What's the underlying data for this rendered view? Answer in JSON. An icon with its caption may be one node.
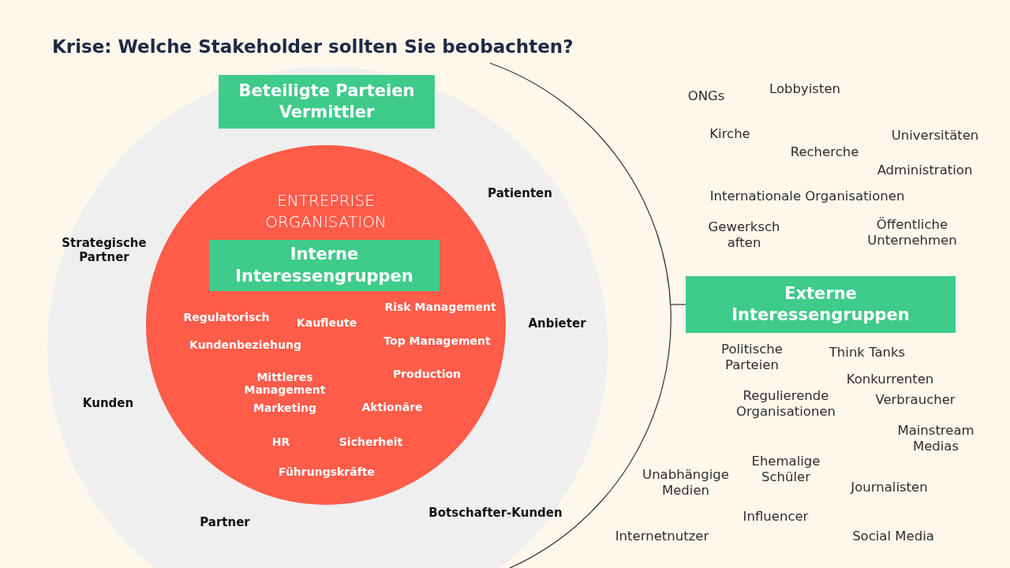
{
  "diagram": {
    "title": "Krise: Welche Stakeholder sollten Sie beobachten?",
    "nodes": [
      {
        "text": [
          "Patienten",
          "Strategische Partner",
          "Anbieter",
          "Kunden",
          "Botschafter-Kunden",
          "Partner"
        ],
        "in": 4
      },
      {
        "text": [
          "Beteiligte Parteien Vermittler"
        ],
        "in": 0
      },
      {
        "text": [
          "ENTREPRISE ORGANISATION",
          "Regulatorisch",
          "Kaufleute",
          "Risk Management",
          "Kundenbeziehung",
          "Top Management",
          "Mittleres Management",
          "Marketing",
          "Production",
          "Aktionäre",
          "HR",
          "Sicherheit",
          "Führungskräfte"
        ],
        "in": 0
      },
      {
        "text": [
          "Interne Interessengruppen"
        ],
        "in": 2
      },
      {
        "text": [],
        "shape": "circle"
      },
      {
        "text": [
          "Externe Interessengruppen"
        ]
      }
    ],
    "edges": [
      {
        "from": 4,
        "to": 5,
        "arrow": "none"
      }
    ],
    "labels": [
      "ONGs",
      "Lobbyisten",
      "Kirche",
      "Universitäten",
      "Recherche",
      "Administration",
      "Internationale Organisationen",
      "Gewerksch aften",
      "Öffentliche Unternehmen",
      "Politische Parteien",
      "Think Tanks",
      "Konkurrenten",
      "Regulierende Organisationen",
      "Verbraucher",
      "Mainstream Medias",
      "Ehemalige Schüler",
      "Unabhängige Medien",
      "Journalisten",
      "Influencer",
      "Internetnutzer",
      "Social Media"
    ]
  }
}
